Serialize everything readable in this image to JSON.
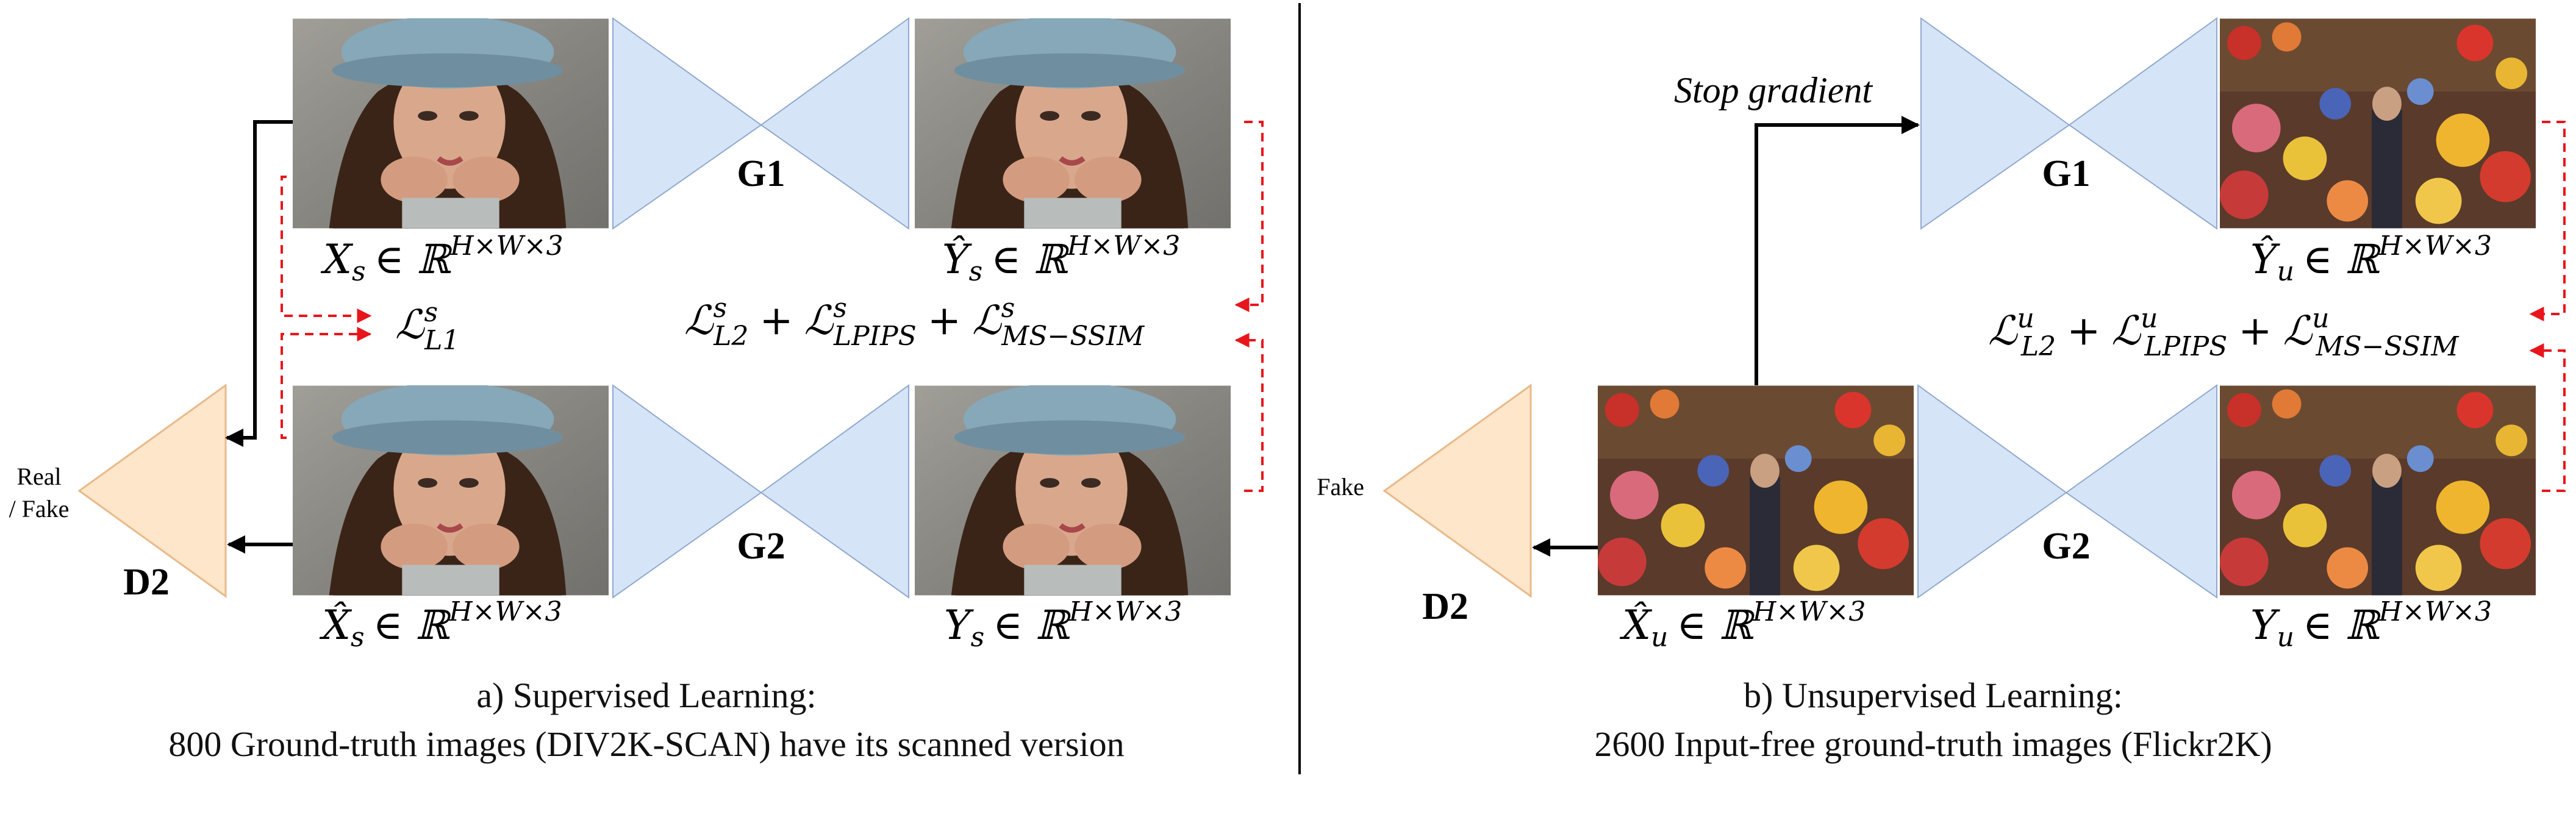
{
  "generators": {
    "g1": "G1",
    "g2": "G2"
  },
  "discriminator": "D2",
  "left": {
    "d_label_line1": "Real",
    "d_label_line2": "/ Fake",
    "x_s": {
      "base": "X",
      "sub": "s",
      "rest": "∈ ℝ",
      "sup": "H×W×3"
    },
    "y_hat_s": {
      "base": "Ŷ",
      "sub": "s",
      "rest": "∈ ℝ",
      "sup": "H×W×3"
    },
    "x_hat_s": {
      "base": "X̂",
      "sub": "s",
      "rest": "∈ ℝ",
      "sup": "H×W×3"
    },
    "y_s": {
      "base": "Y",
      "sub": "s",
      "rest": "∈ ℝ",
      "sup": "H×W×3"
    },
    "loss_l1": {
      "base": "ℒ",
      "sup": "s",
      "sub": "L1"
    },
    "loss_combo": {
      "t1_sup": "s",
      "t1_sub": "L2",
      "t2_sup": "s",
      "t2_sub": "LPIPS",
      "t3_sup": "s",
      "t3_sub": "MS−SSIM",
      "base": "ℒ",
      "plus": "+"
    },
    "caption_line1": "a) Supervised Learning:",
    "caption_line2": "800 Ground-truth images (DIV2K-SCAN) have its scanned version"
  },
  "right": {
    "d_label": "Fake",
    "stop_gradient": "Stop gradient",
    "y_hat_u": {
      "base": "Ŷ",
      "sub": "u",
      "rest": "∈ ℝ",
      "sup": "H×W×3"
    },
    "x_hat_u": {
      "base": "X̂",
      "sub": "u",
      "rest": "∈ ℝ",
      "sup": "H×W×3"
    },
    "y_u": {
      "base": "Y",
      "sub": "u",
      "rest": "∈ ℝ",
      "sup": "H×W×3"
    },
    "loss_combo": {
      "t1_sup": "u",
      "t1_sub": "L2",
      "t2_sup": "u",
      "t2_sub": "LPIPS",
      "t3_sup": "u",
      "t3_sub": "MS−SSIM",
      "base": "ℒ",
      "plus": "+"
    },
    "caption_line1": "b) Unsupervised Learning:",
    "caption_line2": "2600 Input-free ground-truth images (Flickr2K)"
  },
  "colors": {
    "generator_fill": "#d6e4f7",
    "discriminator_fill": "#fde6c9",
    "loss_arrow": "#e8151b",
    "divider": "#000000"
  },
  "icons": [
    "portrait-photo",
    "flower-market-photo"
  ]
}
